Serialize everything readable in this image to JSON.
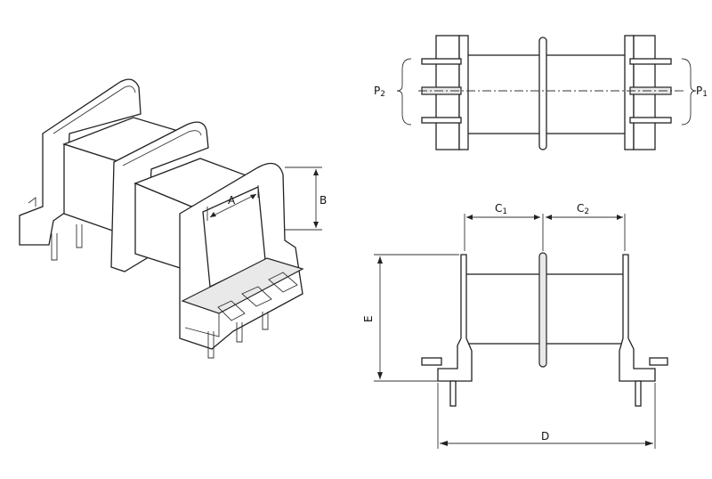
{
  "labels": {
    "a": "A",
    "b": "B",
    "c1_main": "C",
    "c1_sub": "1",
    "c2_main": "C",
    "c2_sub": "2",
    "d": "D",
    "e": "E",
    "p1_main": "P",
    "p1_sub": "1",
    "p2_main": "P",
    "p2_sub": "2"
  }
}
